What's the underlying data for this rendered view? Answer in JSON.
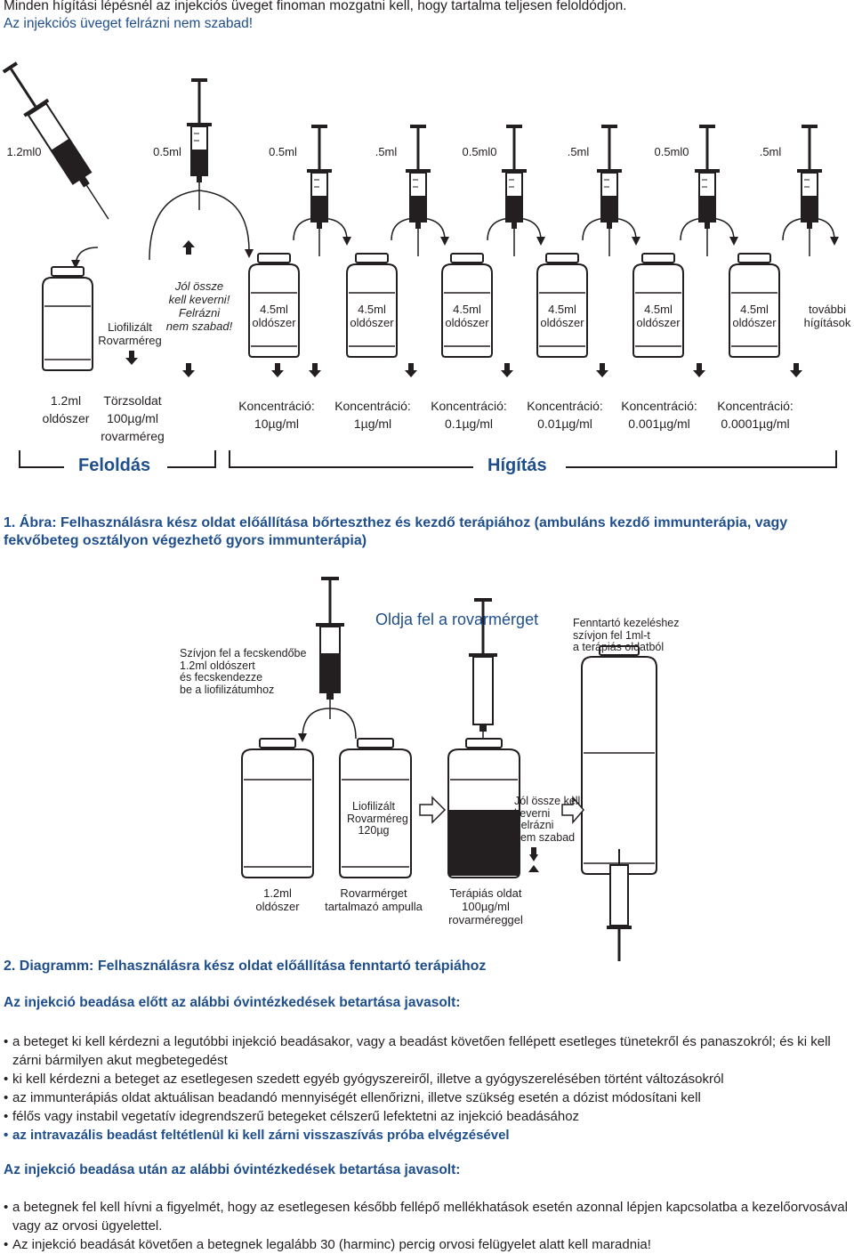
{
  "intro": {
    "line1": "Minden hígítási lépésnél az injekciós üveget finoman mozgatni kell, hogy tartalma teljesen feloldódjon.",
    "line2": "Az injekciós üveget felrázni nem szabad!"
  },
  "figure1": {
    "syringe_labels": [
      "1.2ml0",
      "0.5ml",
      "0.5ml",
      ".5ml",
      "0.5ml0",
      ".5ml",
      "0.5ml0",
      ".5ml"
    ],
    "vial0_label": "Liofilizált\nRovarméreg",
    "mix_note": "Jól össze\nkell keverni!\nFelrázni\nnem szabad!",
    "vial_labels": [
      "4.5ml\noldószer",
      "4.5ml\noldószer",
      "4.5ml\noldószer",
      "4.5ml\noldószer",
      "4.5ml\noldószer",
      "4.5ml\noldószer"
    ],
    "further": "további\nhígítások",
    "bottom_solvent": "1.2ml\noldószer",
    "stock": "Törzsoldat\n100µg/ml\nrovarméreg",
    "concentrations": [
      {
        "label": "Koncentráció:",
        "value": "10µg/ml"
      },
      {
        "label": "Koncentráció:",
        "value": "1µg/ml"
      },
      {
        "label": "Koncentráció:",
        "value": "0.1µg/ml"
      },
      {
        "label": "Koncentráció:",
        "value": "0.01µg/ml"
      },
      {
        "label": "Koncentráció:",
        "value": "0.001µg/ml"
      },
      {
        "label": "Koncentráció:",
        "value": "0.0001µg/ml"
      }
    ],
    "section_dissolve": "Feloldás",
    "section_dilute": "Hígítás",
    "caption": "1. Ábra: Felhasználásra kész oldat előállítása bőrteszthez és kezdő terápiához (ambuláns kezdő immunterápia, vagy fekvőbeteg osztályon végezhető gyors immunterápia)"
  },
  "figure2": {
    "draw_note": "Szívjon fel a fecskendőbe\n1.2ml oldószert\nés fecskendezze\nbe a liofilizátumhoz",
    "dissolve_title": "Oldja fel a rovarmérget",
    "maintenance_note": "Fenntartó kezeléshez\nszívjon fel 1ml-t\na terápiás oldatból",
    "lyo_label": "Liofilizált\nRovarméreg\n120µg",
    "mix_note": "Jól össze kell\nkeverni\nFelrázni\nnem szabad",
    "bottom_solvent": "1.2ml\noldószer",
    "bottom_ampoule": "Rovarmérget\ntartalmazó ampulla",
    "bottom_solution": "Terápiás oldat\n100µg/ml\nrovarméreggel",
    "caption": "2. Diagramm: Felhasználásra kész oldat előállítása fenntartó terápiához"
  },
  "before": {
    "heading": "Az injekció beadása előtt az alábbi óvintézkedések betartása javasolt:",
    "items": [
      "a beteget ki kell kérdezni a legutóbbi injekció beadásakor, vagy a beadást követően fellépett esetleges tünetekről és panaszokról; és ki kell zárni bármilyen akut megbetegedést",
      "ki kell kérdezni a beteget az esetlegesen szedett egyéb gyógyszereiről, illetve a gyógyszerelésében történt változásokról",
      "az immunterápiás oldat aktuálisan beadandó mennyiségét ellenőrizni, illetve szükség esetén a dózist módosítani kell",
      "félős vagy instabil vegetatív idegrendszerű betegeket célszerű lefektetni az injekció beadásához",
      "az intravazális beadást feltétlenül ki kell zárni visszaszívás próba elvégzésével"
    ]
  },
  "after": {
    "heading": "Az injekció beadása után az alábbi óvintézkedések betartása javasolt:",
    "items": [
      "a betegnek fel kell hívni a figyelmét, hogy az esetlegesen később fellépő mellékhatások esetén azonnal lépjen kapcsolatba a kezelőorvosával vagy az orvosi ügyelettel.",
      "Az injekció beadását követően a betegnek legalább 30 (harminc) percig orvosi felügyelet alatt kell maradnia!"
    ]
  }
}
